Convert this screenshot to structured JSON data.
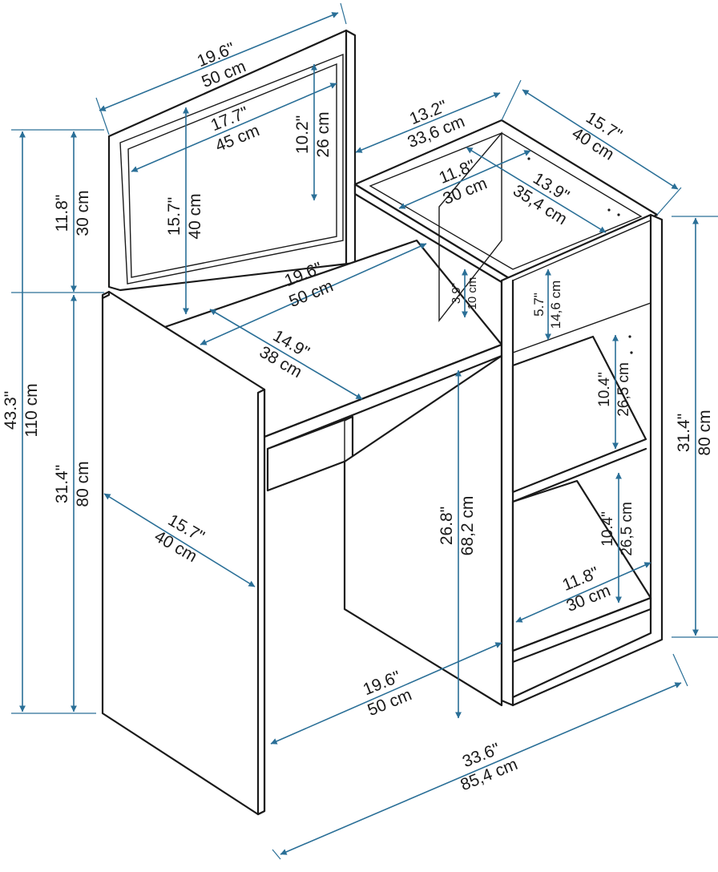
{
  "colors": {
    "dimension_line": "#2a6f97",
    "outline": "#1a1a1a",
    "background": "#ffffff"
  },
  "dimensions": {
    "mirror_width": {
      "inch": "19.6\"",
      "cm": "50 cm"
    },
    "mirror_inner_width": {
      "inch": "17.7\"",
      "cm": "45 cm"
    },
    "mirror_inner_height": {
      "inch": "10.2\"",
      "cm": "26 cm"
    },
    "mirror_post_height": {
      "inch": "15.7\"",
      "cm": "40 cm"
    },
    "mirror_height": {
      "inch": "11.8\"",
      "cm": "30 cm"
    },
    "total_height": {
      "inch": "43.3\"",
      "cm": "110 cm"
    },
    "desk_height": {
      "inch": "31.4\"",
      "cm": "80 cm"
    },
    "cabinet_height": {
      "inch": "31.4\"",
      "cm": "80 cm"
    },
    "top_cabinet_width": {
      "inch": "13.2\"",
      "cm": "33,6 cm"
    },
    "top_cabinet_depth": {
      "inch": "15.7\"",
      "cm": "40 cm"
    },
    "box_inner_width": {
      "inch": "11.8\"",
      "cm": "30 cm"
    },
    "box_inner_depth": {
      "inch": "13.9\"",
      "cm": "35,4 cm"
    },
    "desk_top_width": {
      "inch": "19.6\"",
      "cm": "50 cm"
    },
    "desk_top_depth": {
      "inch": "14.9\"",
      "cm": "38 cm"
    },
    "box_height": {
      "inch": "3.9\"",
      "cm": "10 cm"
    },
    "drawer_height": {
      "inch": "5.7\"",
      "cm": "14,6 cm"
    },
    "shelf_gap_upper": {
      "inch": "10.4\"",
      "cm": "26,5 cm"
    },
    "shelf_gap_lower": {
      "inch": "10.4\"",
      "cm": "26,5 cm"
    },
    "side_panel_depth": {
      "inch": "15.7\"",
      "cm": "40 cm"
    },
    "knee_height": {
      "inch": "26.8\"",
      "cm": "68,2 cm"
    },
    "shelf_width": {
      "inch": "11.8\"",
      "cm": "30 cm"
    },
    "knee_width": {
      "inch": "19.6\"",
      "cm": "50 cm"
    },
    "total_width": {
      "inch": "33.6\"",
      "cm": "85,4 cm"
    }
  }
}
